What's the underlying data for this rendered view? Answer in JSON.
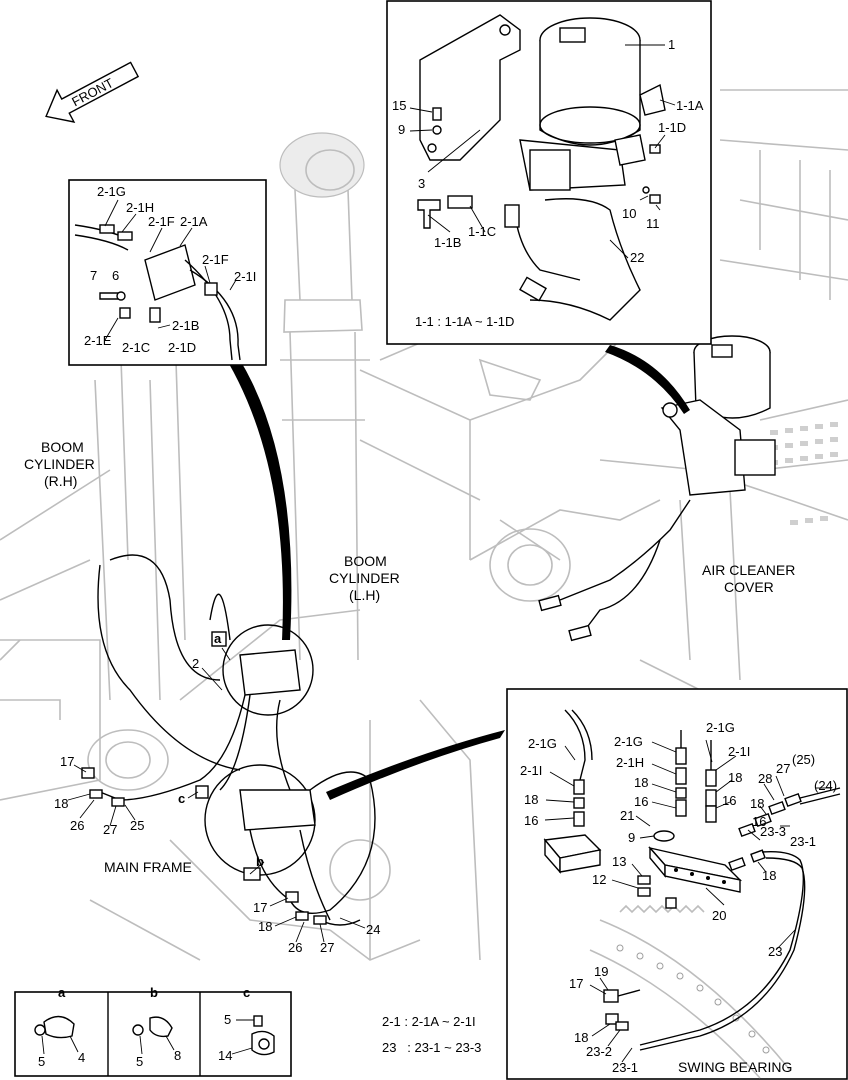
{
  "front_arrow": "FRONT",
  "callouts": {
    "boom_cyl_rh": [
      "BOOM",
      "CYLINDER",
      "(R.H)"
    ],
    "boom_cyl_lh": [
      "BOOM",
      "CYLINDER",
      "(L.H)"
    ],
    "air_cleaner": [
      "AIR CLEANER",
      "COVER"
    ],
    "main_frame": "MAIN FRAME",
    "swing_bearing": "SWING BEARING"
  },
  "motor_box": {
    "labels": [
      "1",
      "1-1A",
      "1-1D",
      "15",
      "9",
      "3",
      "10",
      "11",
      "1-1B",
      "1-1C",
      "22"
    ],
    "note": "1-1 : 1-1A ~ 1-1D"
  },
  "manifold_box": {
    "labels": [
      "2-1G",
      "2-1H",
      "2-1F",
      "2-1A",
      "2-1F",
      "2-1I",
      "7",
      "6",
      "2-1B",
      "2-1E",
      "2-1C",
      "2-1D"
    ]
  },
  "main_labels": [
    "a",
    "2",
    "17",
    "18",
    "26",
    "27",
    "25",
    "c",
    "b",
    "17",
    "18",
    "26",
    "27",
    "24"
  ],
  "swing_box": {
    "labels": [
      "2-1G",
      "2-1I",
      "18",
      "16",
      "2-1G",
      "2-1H",
      "18",
      "16",
      "21",
      "9",
      "2-1G",
      "2-1I",
      "18",
      "16",
      "28",
      "27",
      "(25)",
      "(24)",
      "18",
      "16",
      "23-3",
      "23-1",
      "13",
      "12",
      "18",
      "20",
      "23",
      "19",
      "17",
      "18",
      "23-2",
      "23-1"
    ]
  },
  "detail_views": {
    "headers": [
      "a",
      "b",
      "c"
    ],
    "a_labels": [
      "5",
      "4"
    ],
    "b_labels": [
      "5",
      "8"
    ],
    "c_labels": [
      "5",
      "14"
    ]
  },
  "notes": [
    "2-1 : 2-1A ~ 2-1I",
    "23   : 23-1 ~ 23-3"
  ]
}
